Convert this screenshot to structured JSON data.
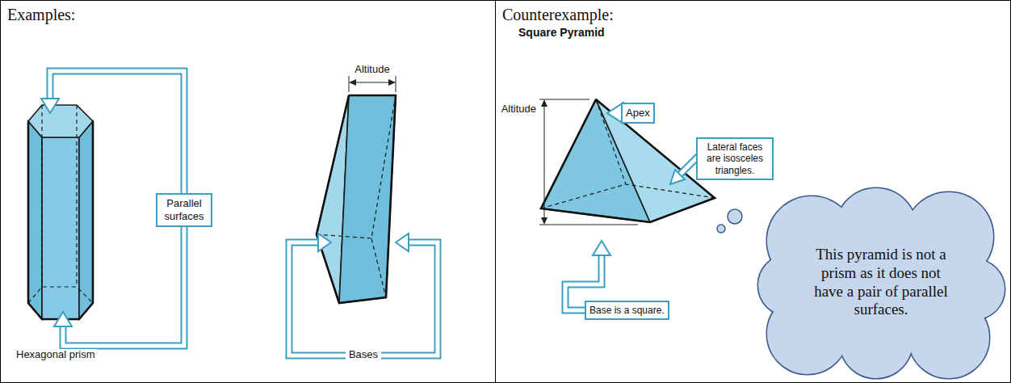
{
  "diagram": {
    "nodes": [
      {
        "text": [
          "Examples:"
        ]
      },
      {
        "text": [
          "Parallel surfaces"
        ],
        "in": 0
      },
      {
        "text": [
          "Counterexample:"
        ]
      },
      {
        "text": [
          "Apex"
        ],
        "in": 2
      },
      {
        "text": [
          "Lateral faces are isosceles triangles."
        ],
        "in": 2
      },
      {
        "text": [
          "Base is a square."
        ],
        "in": 2
      },
      {
        "text": [
          "This pyramid is not a prism as it does not have a pair of parallel surfaces."
        ],
        "in": 2
      }
    ],
    "labels": [
      "Hexagonal prism",
      "Altitude",
      "Bases",
      "Square Pyramid",
      "Altitude"
    ]
  }
}
